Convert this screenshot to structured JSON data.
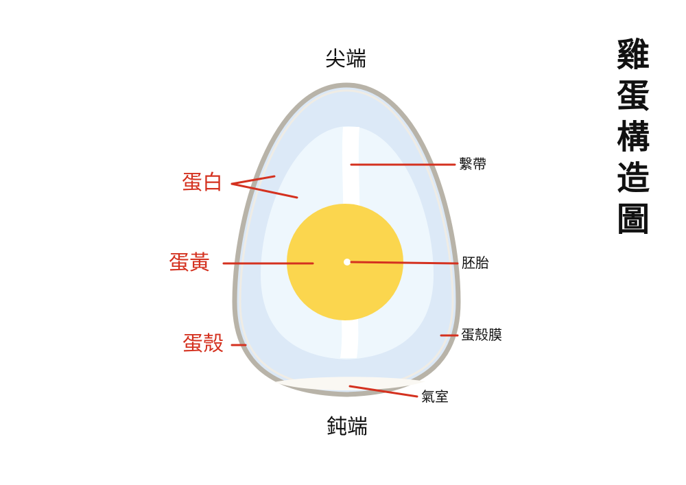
{
  "title": "雞蛋構造圖",
  "ends": {
    "top": "尖端",
    "bottom": "鈍端"
  },
  "labels_left": {
    "albumen": "蛋白",
    "yolk": "蛋黃",
    "shell": "蛋殼"
  },
  "labels_right": {
    "chalaza": "繫帶",
    "embryo": "胚胎",
    "membrane": "蛋殼膜",
    "air_cell": "氣室"
  },
  "colors": {
    "shell": "#b8b3a8",
    "thick_albumen": "#f1f9fd",
    "thin_albumen": "#dce9f7",
    "yolk": "#fbd64e",
    "leader_line": "#d4311f",
    "red_label": "#d4311f"
  }
}
